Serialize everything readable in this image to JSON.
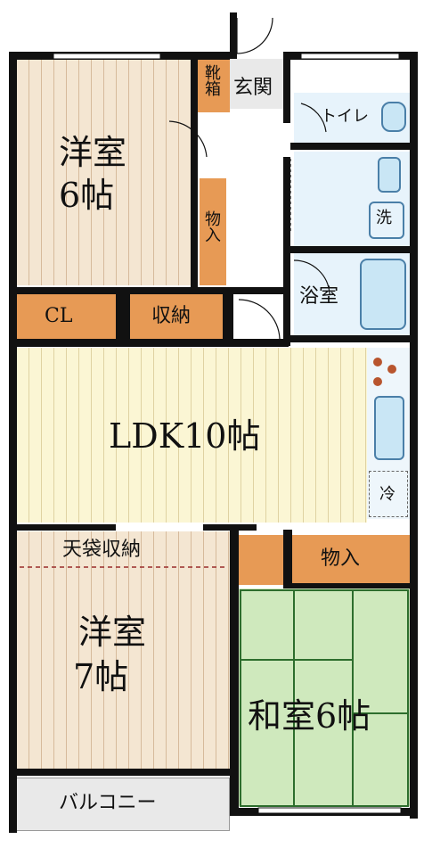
{
  "floorplan": {
    "rooms": {
      "western_6": {
        "name": "洋室",
        "size": "6帖"
      },
      "ldk": {
        "label": "LDK10帖"
      },
      "western_7": {
        "name": "洋室",
        "size": "7帖"
      },
      "japanese": {
        "label": "和室6帖"
      }
    },
    "labels": {
      "shoe_box": "靴箱",
      "entrance": "玄関",
      "toilet": "トイレ",
      "wash": "洗",
      "bath": "浴室",
      "storage_hall": "物入",
      "cl": "CL",
      "storage_ldk": "収納",
      "fridge": "冷",
      "ceiling_storage": "天袋収納",
      "storage_japanese": "物入",
      "balcony": "バルコニー"
    },
    "colors": {
      "wall": "#111111",
      "wood_floor": "#f4e6d2",
      "ldk_floor": "#fbf6d4",
      "storage": "#e79a55",
      "tatami": "#cfe9bd",
      "wet_area": "#e7f3fb"
    }
  }
}
